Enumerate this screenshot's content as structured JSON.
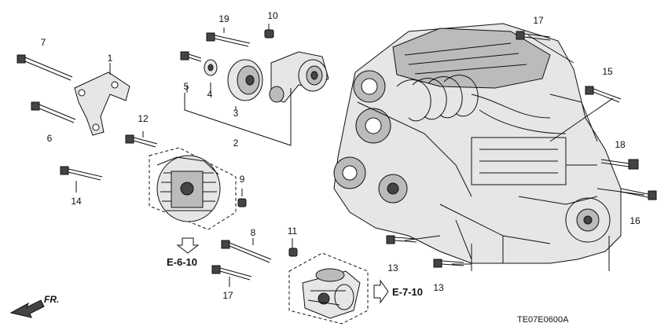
{
  "callouts": {
    "c1": "1",
    "c2": "2",
    "c3": "3",
    "c4": "4",
    "c5": "5",
    "c6": "6",
    "c7": "7",
    "c8": "8",
    "c9": "9",
    "c10": "10",
    "c11": "11",
    "c12": "12",
    "c13a": "13",
    "c13b": "13",
    "c14": "14",
    "c15": "15",
    "c16": "16",
    "c17a": "17",
    "c17b": "17",
    "c18": "18",
    "c19": "19"
  },
  "refs": {
    "alternator": "E-6-10",
    "starter": "E-7-10"
  },
  "direction": "FR.",
  "drawing_code": "TE07E0600A"
}
